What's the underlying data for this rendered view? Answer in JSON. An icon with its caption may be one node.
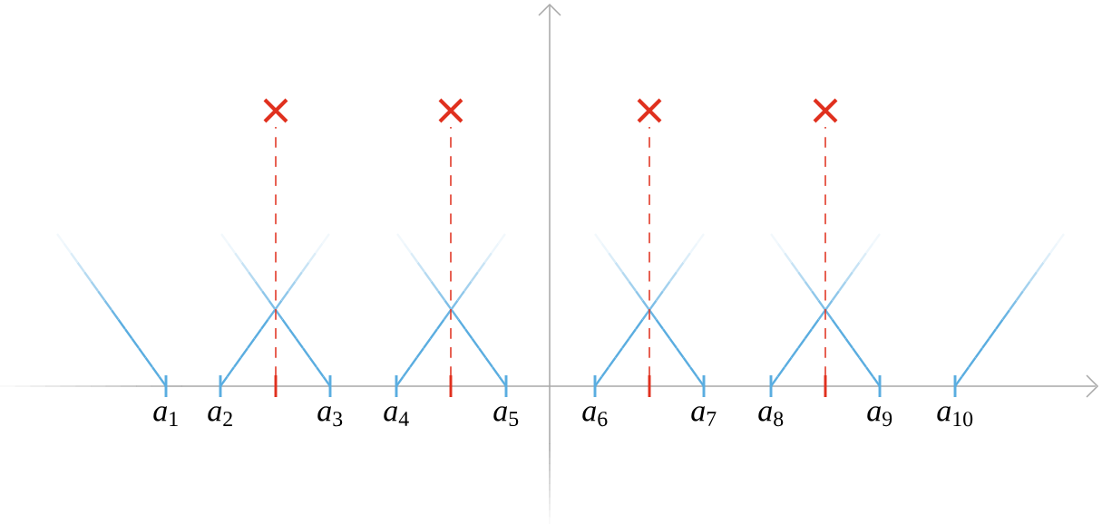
{
  "diagram": {
    "labels": [
      "*a*$_{1}$",
      "*a*$_{2}$",
      "*a*$_{3}$",
      "*a*$_{4}$",
      "*a*$_{5}$",
      "*a*$_{6}$",
      "*a*$_{7}$",
      "*a*$_{8}$",
      "*a*$_{9}$",
      "*a*$_{10}$"
    ]
  }
}
